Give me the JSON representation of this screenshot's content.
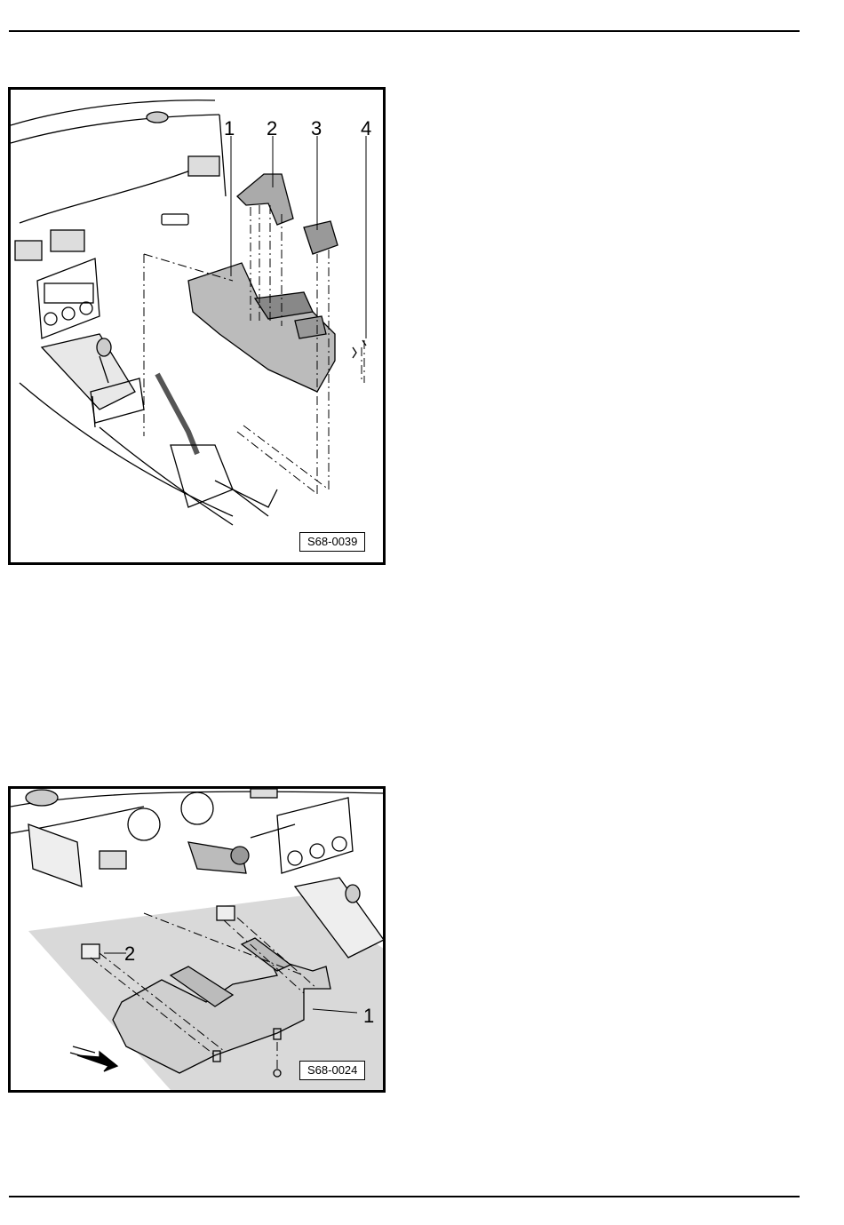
{
  "figure1": {
    "callouts": [
      "1",
      "2",
      "3",
      "4"
    ],
    "code": "S68-0039"
  },
  "figure2": {
    "callouts": [
      "2",
      "1"
    ],
    "code": "S68-0024"
  }
}
